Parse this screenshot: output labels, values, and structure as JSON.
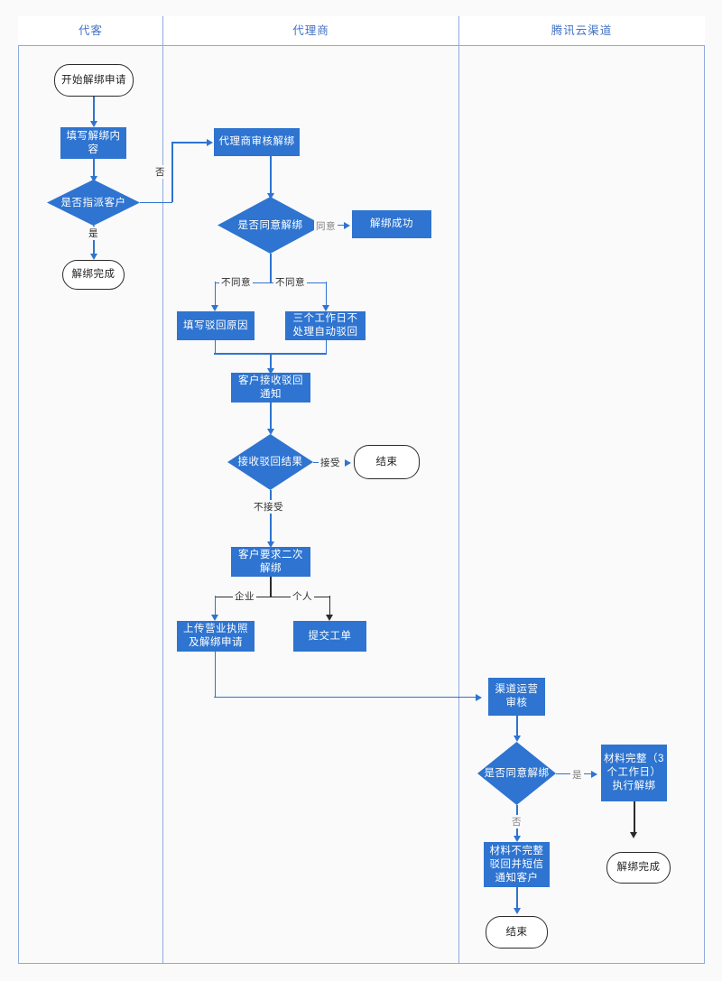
{
  "lanes": [
    {
      "id": "lane-customer",
      "title": "代客"
    },
    {
      "id": "lane-agent",
      "title": "代理商"
    },
    {
      "id": "lane-tencent",
      "title": "腾讯云渠道"
    }
  ],
  "nodes": {
    "start_apply": {
      "label": "开始解绑申请",
      "shape": "terminator"
    },
    "fill_unbind": {
      "label": "填写解绑内容",
      "shape": "process"
    },
    "assign_customer": {
      "label": "是否指派客户",
      "shape": "decision"
    },
    "unbind_done_1": {
      "label": "解绑完成",
      "shape": "terminator"
    },
    "agent_review": {
      "label": "代理商审核解绑",
      "shape": "process"
    },
    "agree_unbind": {
      "label": "是否同意解绑",
      "shape": "decision"
    },
    "unbind_success": {
      "label": "解绑成功",
      "shape": "process"
    },
    "fill_reject_reason": {
      "label": "填写驳回原因",
      "shape": "process"
    },
    "auto_reject_3days": {
      "label": "三个工作日不处理自动驳回",
      "shape": "process"
    },
    "customer_notice": {
      "label": "客户接收驳回通知",
      "shape": "process"
    },
    "reject_result": {
      "label": "接收驳回结果",
      "shape": "decision"
    },
    "end_1": {
      "label": "结束",
      "shape": "terminator"
    },
    "second_unbind": {
      "label": "客户要求二次解绑",
      "shape": "process"
    },
    "upload_license": {
      "label": "上传营业执照及解绑申请",
      "shape": "process"
    },
    "submit_ticket": {
      "label": "提交工单",
      "shape": "process"
    },
    "channel_review": {
      "label": "渠道运营审核",
      "shape": "process"
    },
    "agree_unbind_2": {
      "label": "是否同意解绑",
      "shape": "decision"
    },
    "material_ok": {
      "label": "材料完整（3个工作日）执行解绑",
      "shape": "process"
    },
    "material_bad": {
      "label": "材料不完整驳回并短信通知客户",
      "shape": "process"
    },
    "unbind_done_2": {
      "label": "解绑完成",
      "shape": "terminator"
    },
    "end_2": {
      "label": "结束",
      "shape": "terminator"
    }
  },
  "edge_labels": {
    "no_assign": "否",
    "yes_assign": "是",
    "agree": "同意",
    "disagree_left": "不同意",
    "disagree_right": "不同意",
    "accept": "接受",
    "not_accept": "不接受",
    "enterprise": "企业",
    "individual": "个人",
    "yes_material": "是",
    "no_material": "否"
  },
  "colors": {
    "process_fill": "#2e74d0",
    "lane_border": "#8faadc",
    "lane_title": "#4472c4",
    "connector": "#2e74d0",
    "connector_dark": "#2b2b2b",
    "canvas": "#fafafa"
  }
}
